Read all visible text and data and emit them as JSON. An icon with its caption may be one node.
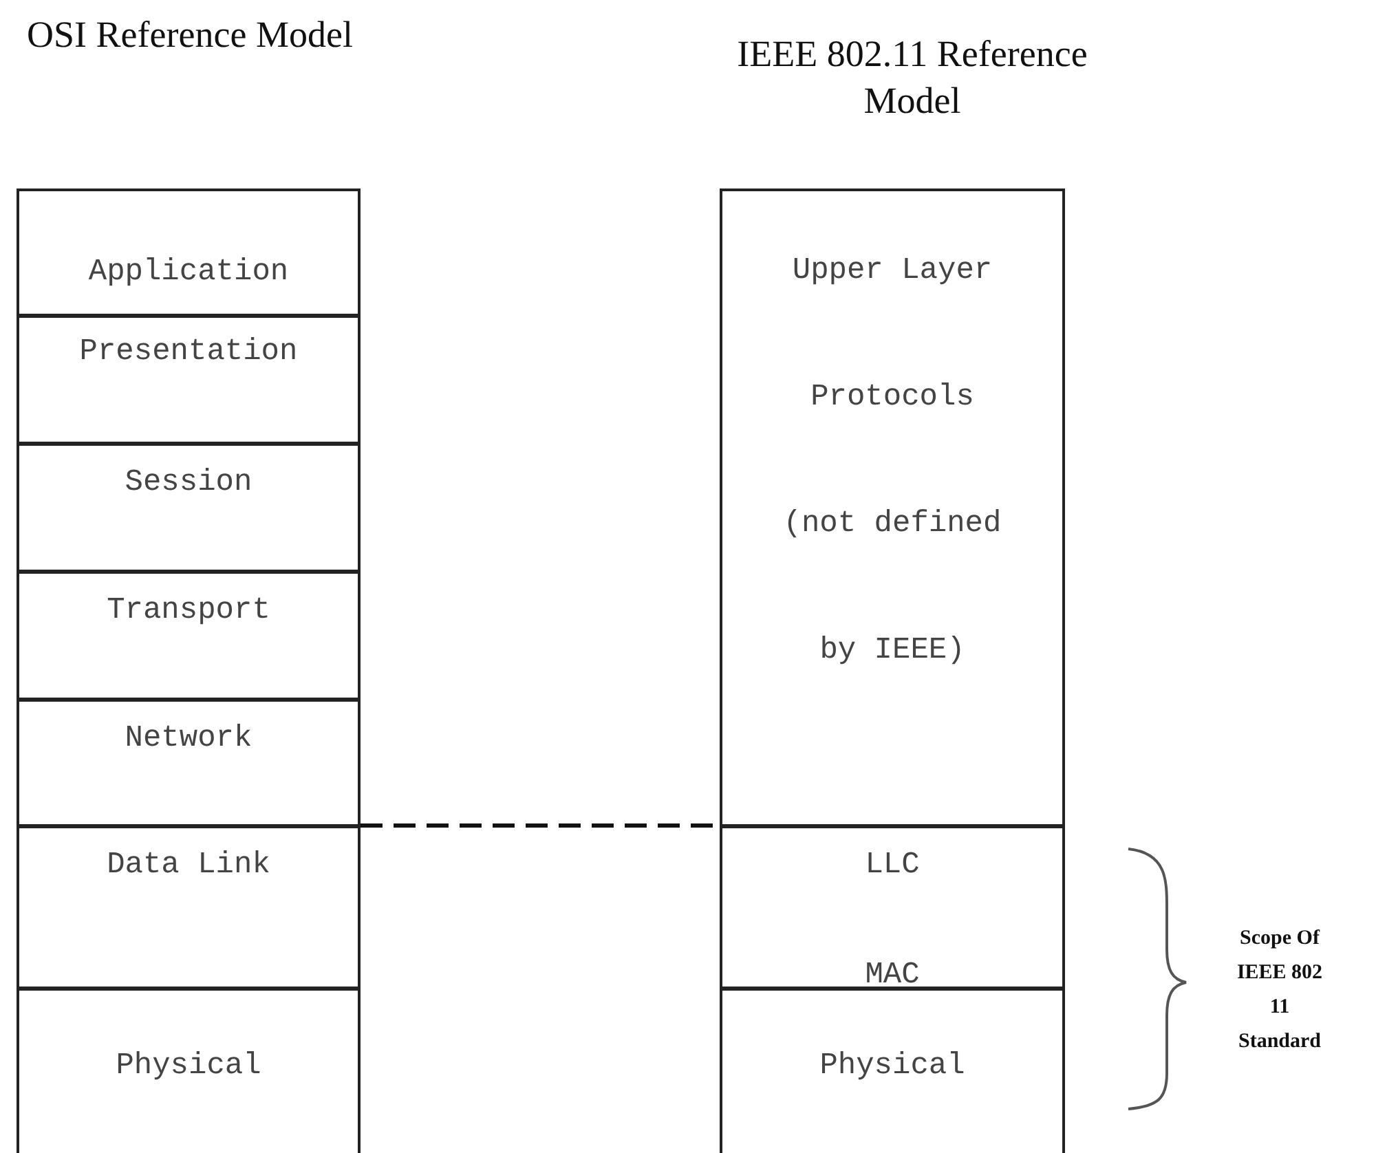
{
  "diagram": {
    "nodes": [
      {
        "text": [
          "Application"
        ]
      },
      {
        "text": [
          "Presentation"
        ]
      },
      {
        "text": [
          "Session"
        ]
      },
      {
        "text": [
          "Transport"
        ]
      },
      {
        "text": [
          "Network"
        ]
      },
      {
        "text": [
          "Data Link"
        ]
      },
      {
        "text": [
          "Physical"
        ]
      },
      {
        "text": [
          "Upper Layer Protocols (not defined by IEEE)"
        ]
      },
      {
        "text": [
          "LLC",
          "MAC"
        ]
      },
      {
        "text": [
          "Physical"
        ]
      }
    ],
    "edges": [
      {
        "from": 5,
        "to": 8,
        "arrow": "none",
        "style": "dashed"
      }
    ],
    "labels": [
      "OSI Reference Model",
      "IEEE 802.11 Reference Model",
      "Scope Of IEEE 802 11 Standard"
    ]
  }
}
